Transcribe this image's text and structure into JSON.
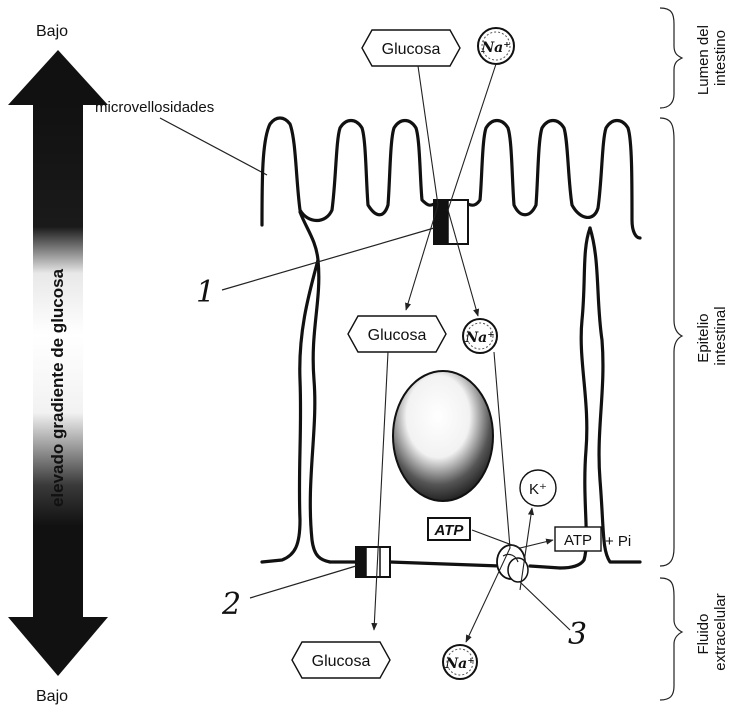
{
  "gradient": {
    "top_label": "Bajo",
    "bottom_label": "Bajo",
    "bar_label": "elevado gradiente de glucosa"
  },
  "labels": {
    "microvilli": "microvellosidades",
    "glucose_lumen": "Glucosa",
    "glucose_cell": "Glucosa",
    "glucose_extracellular": "Glucosa",
    "na_lumen": "Na⁺",
    "na_cell": "Na⁺",
    "na_extracellular": "Na⁺",
    "k_ion": "K⁺",
    "atp_cell": "ATP",
    "atp_pump": "ATP",
    "pi": "+ Pi",
    "num1": "1",
    "num2": "2",
    "num3": "3"
  },
  "regions": {
    "lumen_line1": "Lumen del",
    "lumen_line2": "intestino",
    "epithelium_line1": "Epitelio",
    "epithelium_line2": "intestinal",
    "fluid_line1": "Fluido",
    "fluid_line2": "extracelular"
  }
}
